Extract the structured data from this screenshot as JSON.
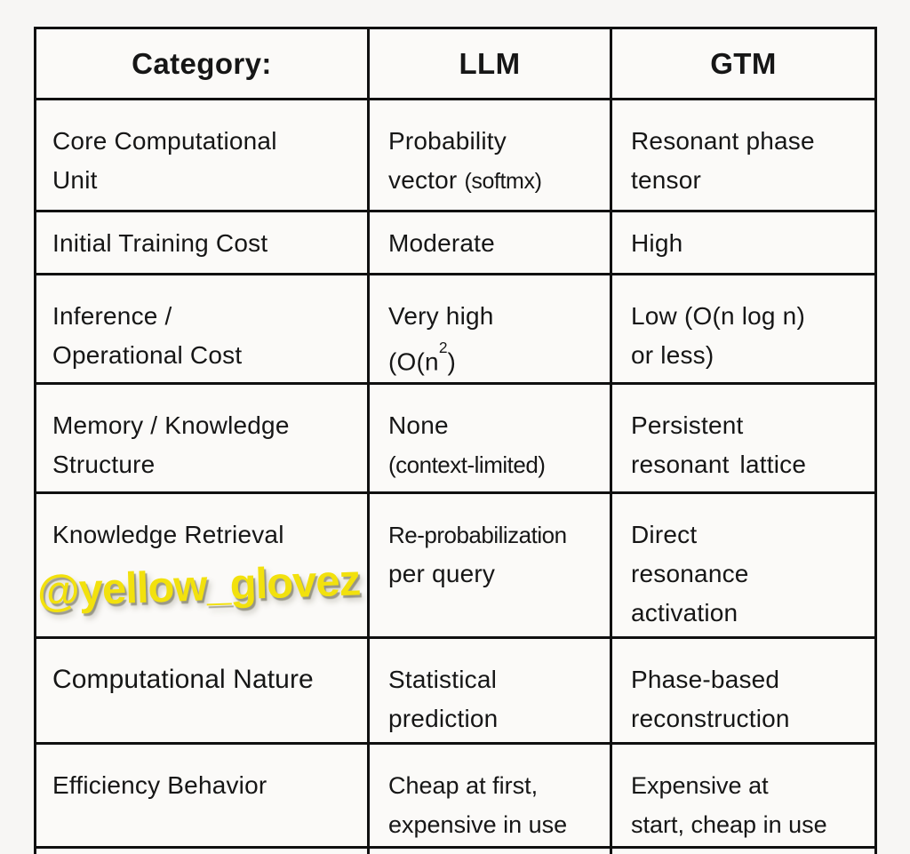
{
  "header": {
    "category": "Category:",
    "llm": "LLM",
    "gtm": "GTM"
  },
  "rows": {
    "core": {
      "cat": [
        "Core Computational",
        "Unit"
      ],
      "llm_l1": "Probability",
      "llm_l2a": "vector ",
      "llm_l2b": "(softmx)",
      "gtm": [
        "Resonant phase",
        "tensor"
      ]
    },
    "training": {
      "cat": [
        "Initial Training Cost"
      ],
      "llm": [
        "Moderate"
      ],
      "gtm": [
        "High"
      ]
    },
    "inference": {
      "cat": [
        "Inference /",
        "Operational Cost"
      ],
      "llm_l1": "Very high",
      "llm_l2a": "(O(n",
      "llm_sup": "2",
      "llm_l2b": ")",
      "gtm": [
        "Low (O(n log n)",
        "or less)"
      ]
    },
    "memory": {
      "cat": [
        "Memory / Knowledge",
        "Structure"
      ],
      "llm_l1": "None",
      "llm_l2": "(context-limited)",
      "gtm": [
        "Persistent",
        "resonant lattice"
      ]
    },
    "retrieval": {
      "cat": [
        "Knowledge Retrieval"
      ],
      "llm": [
        "Re-probabilization",
        "per query"
      ],
      "gtm": [
        "Direct",
        "resonance",
        "activation"
      ]
    },
    "nature": {
      "cat": [
        "Computational Nature"
      ],
      "llm": [
        "Statistical",
        "prediction"
      ],
      "gtm": [
        "Phase-based",
        "reconstruction"
      ]
    },
    "efficiency": {
      "cat": [
        "Efficiency Behavior"
      ],
      "llm": [
        "Cheap at first,",
        "expensive in use"
      ],
      "gtm": [
        "Expensive at",
        "start, cheap in use"
      ]
    }
  },
  "watermark": {
    "text": "@yellow_glovez",
    "color": "#F2E10D"
  },
  "colors": {
    "border": "#101010",
    "cell_bg": "#fbfaf8",
    "text": "#161616",
    "page_bg": "#f7f6f4"
  },
  "chart_data": {
    "type": "table",
    "title": "",
    "columns": [
      "Category:",
      "LLM",
      "GTM"
    ],
    "rows": [
      [
        "Core Computational Unit",
        "Probability vector (softmx)",
        "Resonant phase tensor"
      ],
      [
        "Initial Training Cost",
        "Moderate",
        "High"
      ],
      [
        "Inference / Operational Cost",
        "Very high (O(n²)",
        "Low (O(n log n) or less)"
      ],
      [
        "Memory / Knowledge Structure",
        "None (context-limited)",
        "Persistent resonant lattice"
      ],
      [
        "Knowledge Retrieval",
        "Re-probabilization per query",
        "Direct resonance activation"
      ],
      [
        "Computational Nature",
        "Statistical prediction",
        "Phase-based reconstruction"
      ],
      [
        "Efficiency Behavior",
        "Cheap at first, expensive in use",
        "Expensive at start, cheap in use"
      ]
    ]
  }
}
